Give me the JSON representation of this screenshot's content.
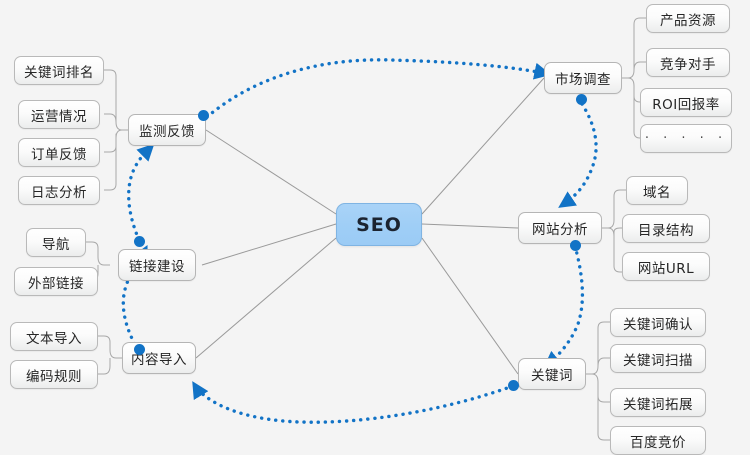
{
  "diagram": {
    "title": "SEO",
    "background_color": "#f4f4f4",
    "accent_color": "#1273c6",
    "center_color": "#9fcef6",
    "center": {
      "label": "SEO"
    },
    "branches": [
      {
        "id": "monitor-feedback",
        "label": "监测反馈",
        "children": [
          {
            "label": "关键词排名"
          },
          {
            "label": "运营情况"
          },
          {
            "label": "订单反馈"
          },
          {
            "label": "日志分析"
          }
        ]
      },
      {
        "id": "market-research",
        "label": "市场调查",
        "children": [
          {
            "label": "产品资源"
          },
          {
            "label": "竞争对手"
          },
          {
            "label": "ROI回报率"
          },
          {
            "label": "· · · · ·"
          }
        ]
      },
      {
        "id": "site-analysis",
        "label": "网站分析",
        "children": [
          {
            "label": "域名"
          },
          {
            "label": "目录结构"
          },
          {
            "label": "网站URL"
          }
        ]
      },
      {
        "id": "keywords",
        "label": "关键词",
        "children": [
          {
            "label": "关键词确认"
          },
          {
            "label": "关键词扫描"
          },
          {
            "label": "关键词拓展"
          },
          {
            "label": "百度竞价"
          }
        ]
      },
      {
        "id": "content-import",
        "label": "内容导入",
        "children": [
          {
            "label": "文本导入"
          },
          {
            "label": "编码规则"
          }
        ]
      },
      {
        "id": "link-building",
        "label": "链接建设",
        "children": [
          {
            "label": "导航"
          },
          {
            "label": "外部链接"
          }
        ]
      }
    ],
    "flow": [
      {
        "from": "监测反馈",
        "to": "市场调查"
      },
      {
        "from": "市场调查",
        "to": "网站分析"
      },
      {
        "from": "网站分析",
        "to": "关键词"
      },
      {
        "from": "关键词",
        "to": "内容导入"
      },
      {
        "from": "内容导入",
        "to": "链接建设"
      },
      {
        "from": "链接建设",
        "to": "监测反馈"
      }
    ]
  }
}
